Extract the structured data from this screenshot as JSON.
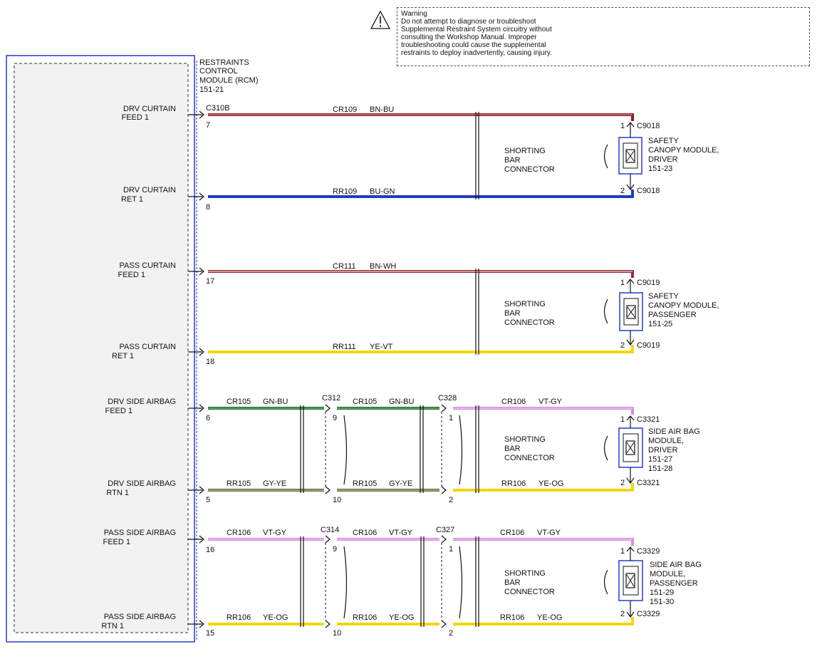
{
  "warning": {
    "lines": [
      "Warning",
      "Do not attempt to diagnose or troubleshoot",
      "Supplemental Restraint System circuitry without",
      "consulting the Workshop Manual. Improper",
      "troubleshooting could cause the supplemental",
      "restraints to deploy inadvertently, causing injury."
    ],
    "icon": "warning-triangle-icon"
  },
  "module": {
    "lines": [
      "RESTRAINTS",
      "CONTROL",
      "MODULE (RCM)",
      "151-21"
    ],
    "connector": "C310B"
  },
  "colors": {
    "BN-BU": "#8b1c24",
    "BU-GN": "#1f3bc2",
    "BN-WH": "#9b2a33",
    "YE-VT": "#f2d70a",
    "GN-BU": "#1c6a2a",
    "GY-YE": "#666650",
    "VT-GY": "#d68be0",
    "YE-OG": "#f2d70a",
    "module_border": "#2a3ad0"
  },
  "shorting_bar_label": [
    "SHORTING",
    "BAR",
    "CONNECTOR"
  ],
  "pins": [
    {
      "label": [
        "DRV CURTAIN",
        "FEED 1"
      ],
      "pin": "7"
    },
    {
      "label": [
        "DRV CURTAIN",
        "RET 1"
      ],
      "pin": "8"
    },
    {
      "label": [
        "PASS CURTAIN",
        "FEED 1"
      ],
      "pin": "17"
    },
    {
      "label": [
        "PASS CURTAIN",
        "RET 1"
      ],
      "pin": "18"
    },
    {
      "label": [
        "DRV SIDE AIRBAG",
        "FEED 1"
      ],
      "pin": "6"
    },
    {
      "label": [
        "DRV SIDE AIRBAG",
        "RTN 1"
      ],
      "pin": "5"
    },
    {
      "label": [
        "PASS SIDE AIRBAG",
        "FEED 1"
      ],
      "pin": "16"
    },
    {
      "label": [
        "PASS SIDE AIRBAG",
        "RTN 1"
      ],
      "pin": "15"
    }
  ],
  "wire_labels": [
    {
      "circuit": "CR109",
      "color": "BN-BU"
    },
    {
      "circuit": "RR109",
      "color": "BU-GN"
    },
    {
      "circuit": "CR111",
      "color": "BN-WH"
    },
    {
      "circuit": "RR111",
      "color": "YE-VT"
    },
    {
      "circuit": "CR105",
      "color": "GN-BU"
    },
    {
      "circuit": "CR105",
      "color": "GN-BU"
    },
    {
      "circuit": "CR106",
      "color": "VT-GY"
    },
    {
      "circuit": "RR105",
      "color": "GY-YE"
    },
    {
      "circuit": "RR105",
      "color": "GY-YE"
    },
    {
      "circuit": "RR106",
      "color": "YE-OG"
    },
    {
      "circuit": "CR106",
      "color": "VT-GY"
    },
    {
      "circuit": "CR106",
      "color": "VT-GY"
    },
    {
      "circuit": "CR106",
      "color": "VT-GY"
    },
    {
      "circuit": "RR106",
      "color": "YE-OG"
    },
    {
      "circuit": "RR106",
      "color": "YE-OG"
    },
    {
      "circuit": "RR106",
      "color": "YE-OG"
    }
  ],
  "inline_connectors": [
    {
      "name": "C312",
      "pin_top": "9",
      "pin_bottom": "10"
    },
    {
      "name": "C328",
      "pin_top": "1",
      "pin_bottom": "2"
    },
    {
      "name": "C314",
      "pin_top": "9",
      "pin_bottom": "10"
    },
    {
      "name": "C327",
      "pin_top": "1",
      "pin_bottom": "2"
    }
  ],
  "components": [
    {
      "pin_top": "1",
      "conn_top": "C9018",
      "pin_bottom": "2",
      "conn_bottom": "C9018",
      "lines": [
        "SAFETY",
        "CANOPY MODULE,",
        "DRIVER",
        "151-23"
      ]
    },
    {
      "pin_top": "1",
      "conn_top": "C9019",
      "pin_bottom": "2",
      "conn_bottom": "C9019",
      "lines": [
        "SAFETY",
        "CANOPY MODULE,",
        "PASSENGER",
        "151-25"
      ]
    },
    {
      "pin_top": "1",
      "conn_top": "C3321",
      "pin_bottom": "2",
      "conn_bottom": "C3321",
      "lines": [
        "SIDE AIR BAG",
        "MODULE,",
        "DRIVER",
        "151-27",
        "151-28"
      ]
    },
    {
      "pin_top": "1",
      "conn_top": "C3329",
      "pin_bottom": "2",
      "conn_bottom": "C3329",
      "lines": [
        "SIDE AIR BAG",
        "MODULE,",
        "PASSENGER",
        "151-29",
        "151-30"
      ]
    }
  ]
}
